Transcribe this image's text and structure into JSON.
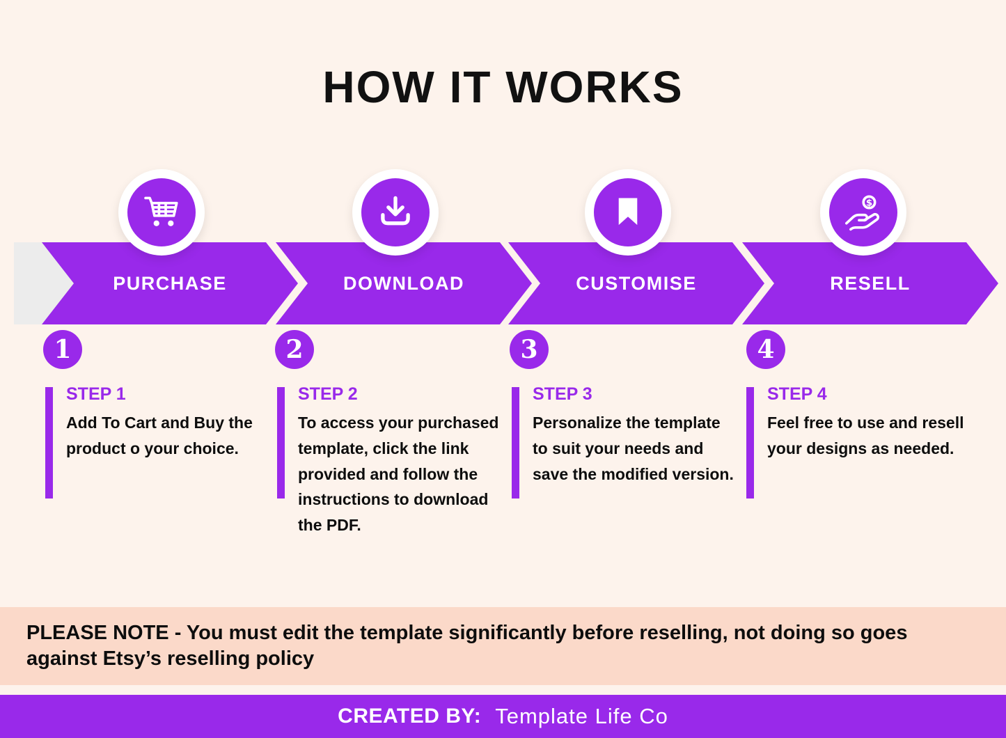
{
  "title": "HOW IT WORKS",
  "colors": {
    "purple": "#9929ea",
    "background": "#fdf3ec",
    "note_background": "#fbd9c9",
    "gray_band": "#ececec",
    "text": "#0d0d0d",
    "white": "#ffffff"
  },
  "steps": [
    {
      "arrow_label": "PURCHASE",
      "icon": "cart-icon",
      "number": "1",
      "heading": "STEP 1",
      "description": "Add To Cart and Buy the product o your choice."
    },
    {
      "arrow_label": "DOWNLOAD",
      "icon": "download-icon",
      "number": "2",
      "heading": "STEP 2",
      "description": "To access your purchased template, click the link provided and follow the instructions to download the PDF."
    },
    {
      "arrow_label": "CUSTOMISE",
      "icon": "bookmark-icon",
      "number": "3",
      "heading": "STEP 3",
      "description": "Personalize the template to suit your needs and save the modified version."
    },
    {
      "arrow_label": "RESELL",
      "icon": "hand-coin-icon",
      "number": "4",
      "heading": "STEP 4",
      "description": "Feel free to use and resell your designs as needed."
    }
  ],
  "note": {
    "label": "PLEASE NOTE",
    "text": "- You must edit the template significantly before reselling, not doing so goes against Etsy’s reselling policy"
  },
  "footer": {
    "label": "CREATED BY:",
    "brand": "Template Life Co"
  }
}
